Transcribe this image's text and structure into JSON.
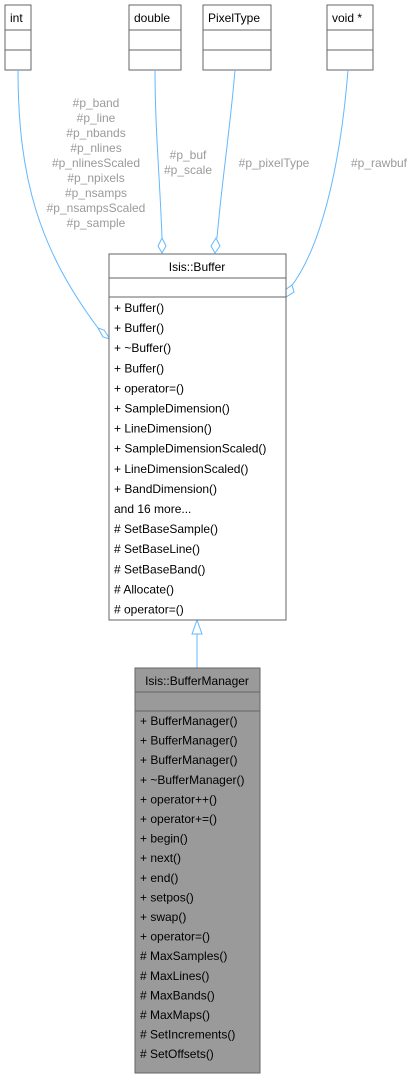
{
  "diagram": {
    "top_types": [
      {
        "name": "int"
      },
      {
        "name": "double"
      },
      {
        "name": "PixelType"
      },
      {
        "name": "void *"
      }
    ],
    "edge_labels": {
      "int": [
        "#p_band",
        "#p_line",
        "#p_nbands",
        "#p_nlines",
        "#p_nlinesScaled",
        "#p_npixels",
        "#p_nsamps",
        "#p_nsampsScaled",
        "#p_sample"
      ],
      "double": [
        "#p_buf",
        "#p_scale"
      ],
      "pixeltype": [
        "#p_pixelType"
      ],
      "void": [
        "#p_rawbuf"
      ]
    },
    "buffer": {
      "title": "Isis::Buffer",
      "members": [
        "+ Buffer()",
        "+ Buffer()",
        "+ ~Buffer()",
        "+ Buffer()",
        "+ operator=()",
        "+ SampleDimension()",
        "+ LineDimension()",
        "+ SampleDimensionScaled()",
        "+ LineDimensionScaled()",
        "+ BandDimension()",
        "   and 16 more...",
        "# SetBaseSample()",
        "# SetBaseLine()",
        "# SetBaseBand()",
        "# Allocate()",
        "# operator=()"
      ]
    },
    "buffer_manager": {
      "title": "Isis::BufferManager",
      "members": [
        "+ BufferManager()",
        "+ BufferManager()",
        "+ BufferManager()",
        "+ ~BufferManager()",
        "+ operator++()",
        "+ operator+=()",
        "+ begin()",
        "+ next()",
        "+ end()",
        "+ setpos()",
        "+ swap()",
        "+ operator=()",
        "# MaxSamples()",
        "# MaxLines()",
        "# MaxBands()",
        "# MaxMaps()",
        "# SetIncrements()",
        "# SetOffsets()"
      ]
    },
    "colors": {
      "edge": "#63b8ff",
      "box_border": "#666666",
      "manager_fill": "#9a9a9a",
      "label": "#9a9a9a"
    }
  }
}
